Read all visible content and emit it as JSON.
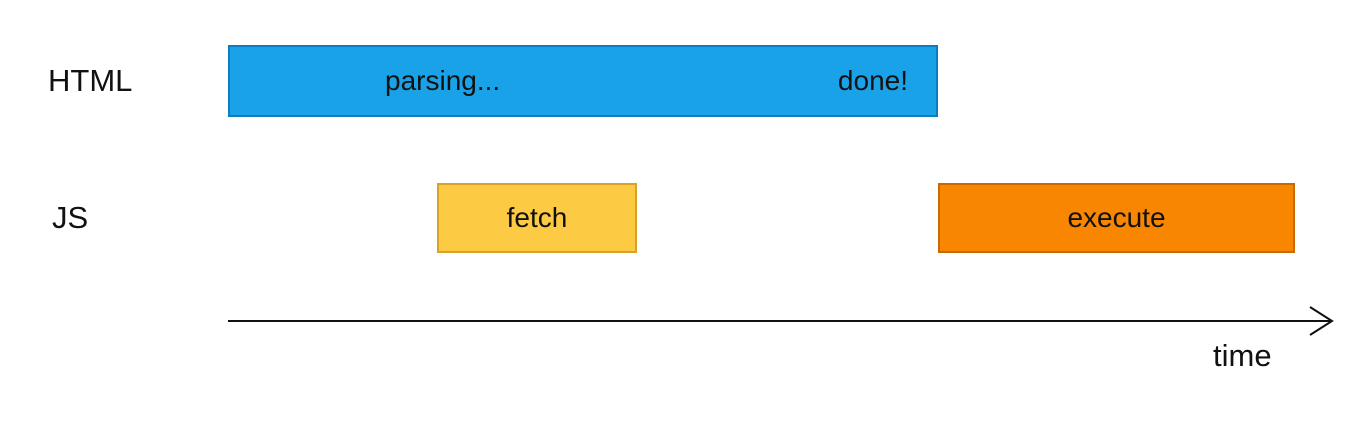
{
  "diagram": {
    "row_labels": {
      "html": "HTML",
      "js": "JS"
    },
    "html_bar": {
      "parsing": "parsing...",
      "done": "done!"
    },
    "js_bars": {
      "fetch": "fetch",
      "execute": "execute"
    },
    "axis": {
      "time": "time"
    },
    "colors": {
      "html_bar": "#1AA2E8",
      "fetch_bar": "#FCCA43",
      "execute_bar": "#F98600",
      "text": "#111111",
      "axis": "#111111"
    }
  }
}
